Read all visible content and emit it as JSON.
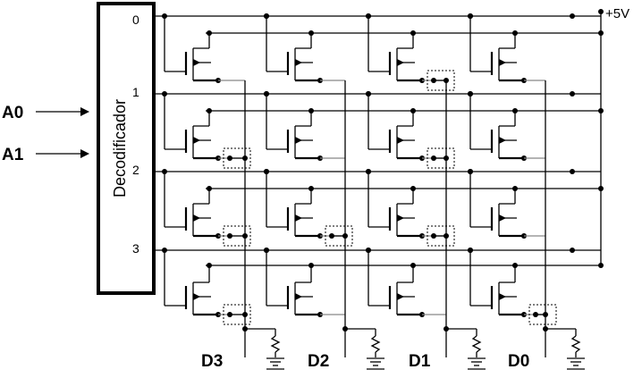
{
  "decoder": {
    "label": "Decodificador"
  },
  "inputs": [
    "A0",
    "A1"
  ],
  "rows": [
    "0",
    "1",
    "2",
    "3"
  ],
  "outputs": [
    "D3",
    "D2",
    "D1",
    "D0"
  ],
  "supply": {
    "label": "+5V"
  },
  "programmed_fuses": [
    {
      "row": 0,
      "col": 2
    },
    {
      "row": 1,
      "col": 0
    },
    {
      "row": 1,
      "col": 2
    },
    {
      "row": 2,
      "col": 0
    },
    {
      "row": 2,
      "col": 1
    },
    {
      "row": 2,
      "col": 2
    },
    {
      "row": 3,
      "col": 0
    },
    {
      "row": 3,
      "col": 3
    }
  ]
}
